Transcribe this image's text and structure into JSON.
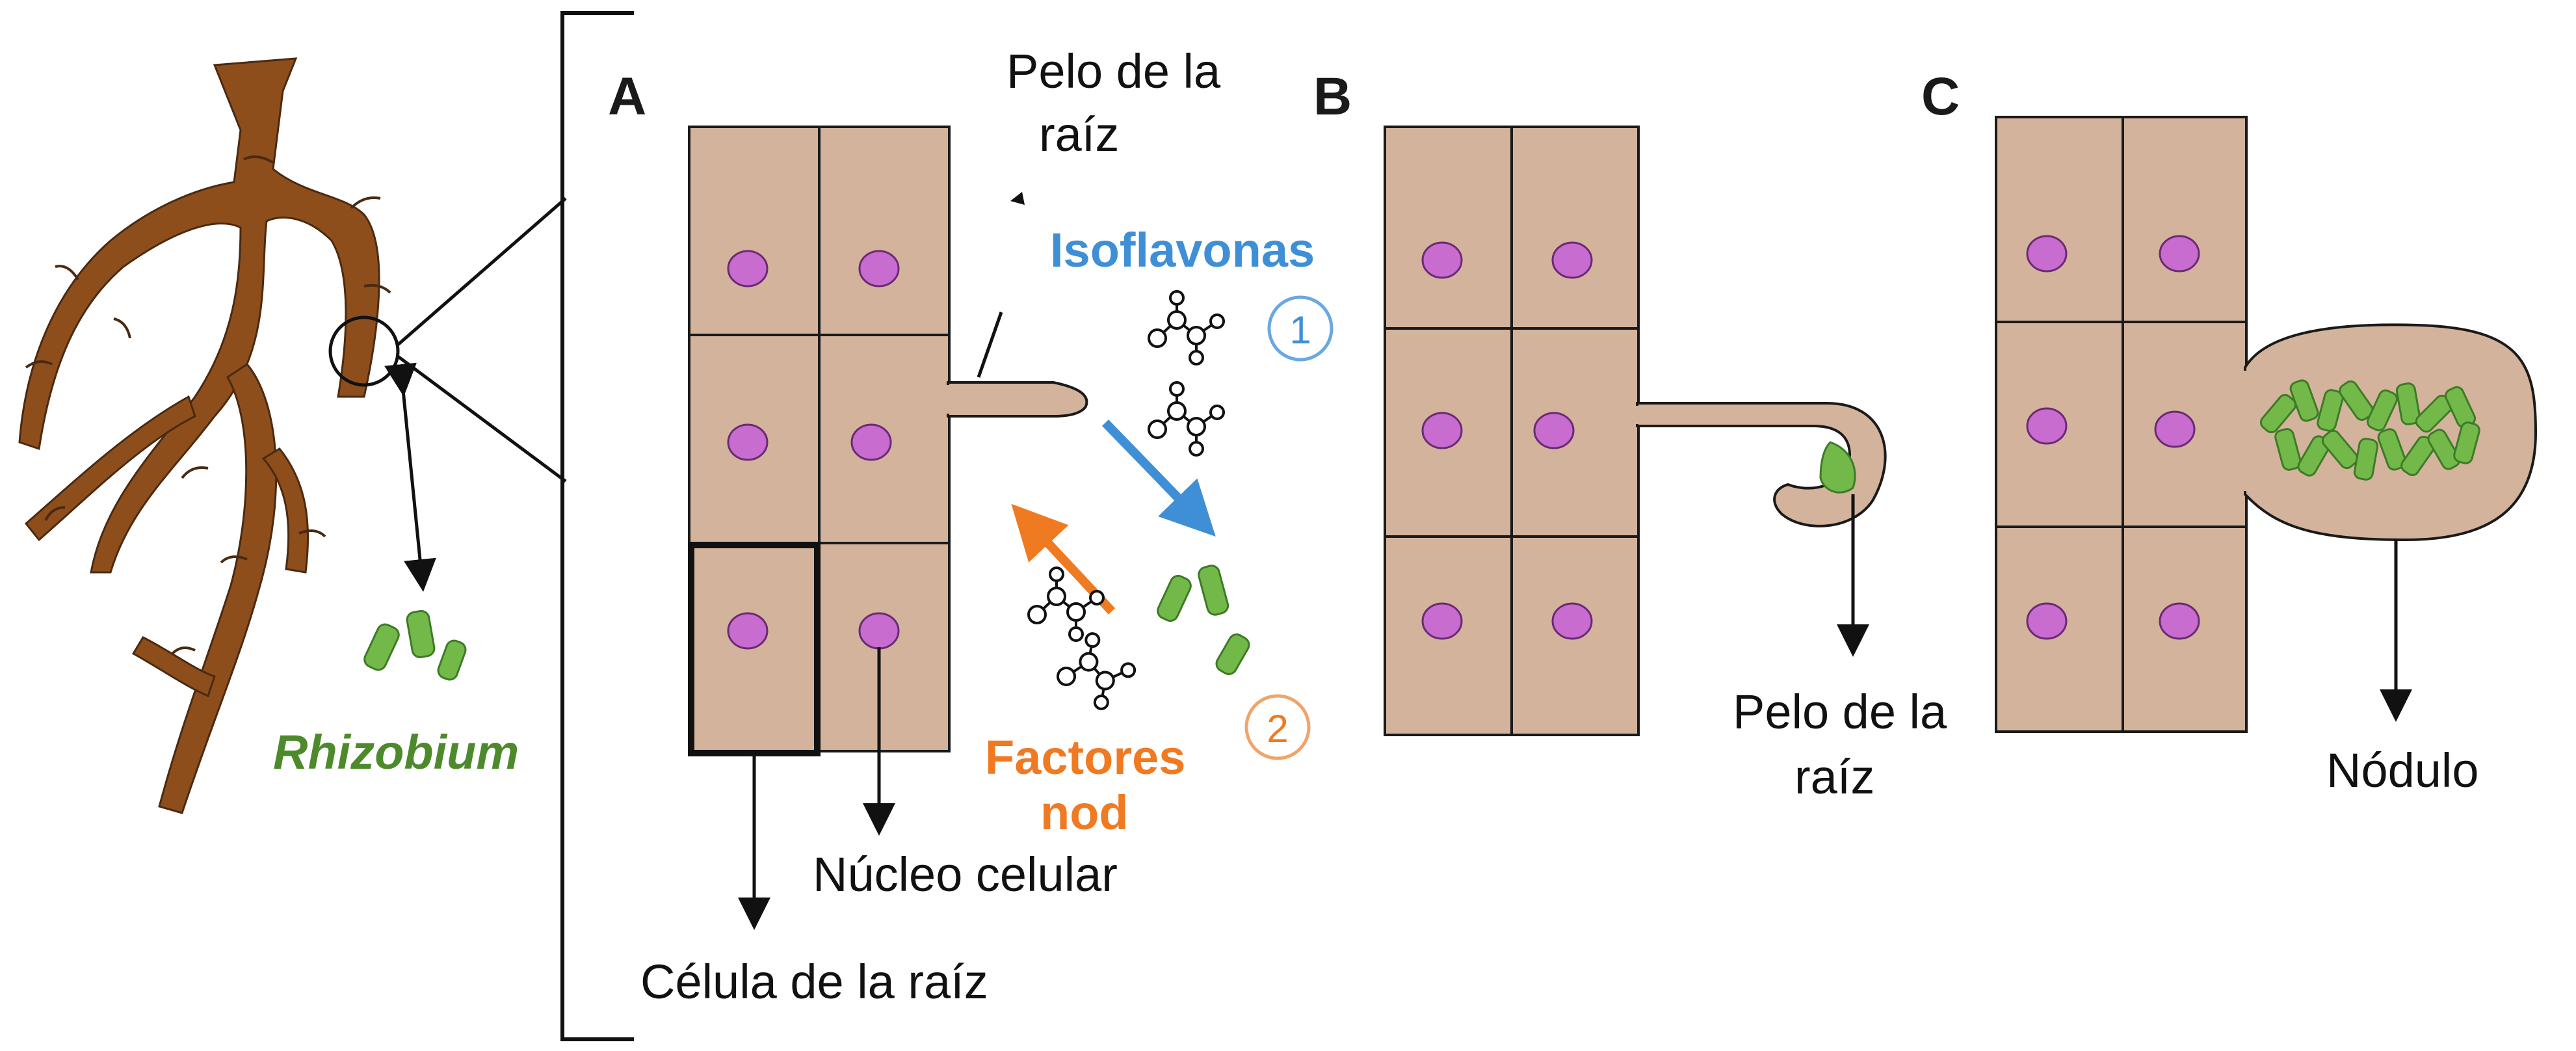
{
  "panels": {
    "a": "A",
    "b": "B",
    "c": "C"
  },
  "labels": {
    "rhizobium": "Rhizobium",
    "root_hair_a_line1": "Pelo de la",
    "root_hair_a_line2": "raíz",
    "isoflavones": "Isoflavonas",
    "step1": "1",
    "step2": "2",
    "nod_factors_line1": "Factores",
    "nod_factors_line2": "nod",
    "cell_nucleus": "Núcleo celular",
    "root_cell": "Célula de la raíz",
    "root_hair_b_line1": "Pelo de la",
    "root_hair_b_line2": "raíz",
    "nodule": "Nódulo"
  },
  "colors": {
    "root": "#8e4e1c",
    "cell": "#d4b39c",
    "nucleus": "#c86ccf",
    "bacteria": "#72b94a",
    "isoflavones": "#3f8fd6",
    "nod_factors": "#f07a22"
  }
}
